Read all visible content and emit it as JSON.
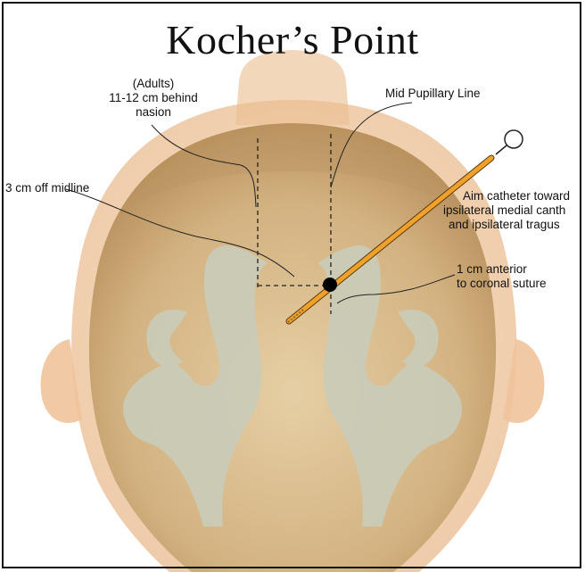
{
  "title": "Kocher’s Point",
  "labels": {
    "adults_line1": "(Adults)",
    "adults_line2": "11-12 cm behind",
    "adults_line3": "nasion",
    "mid_pupillary": "Mid Pupillary Line",
    "off_midline": "3 cm off midline",
    "aim_line1": "Aim catheter toward",
    "aim_line2": "ipsilateral medial canth",
    "aim_line3": "and ipsilateral tragus",
    "anterior_line1": "1 cm anterior",
    "anterior_line2": "to coronal suture"
  },
  "colors": {
    "skull": "#d6b98c",
    "scalp": "#f2c99e",
    "ventricle": "#c9cbb8",
    "catheter": "#f0a12a",
    "entry_point": "#000000"
  }
}
